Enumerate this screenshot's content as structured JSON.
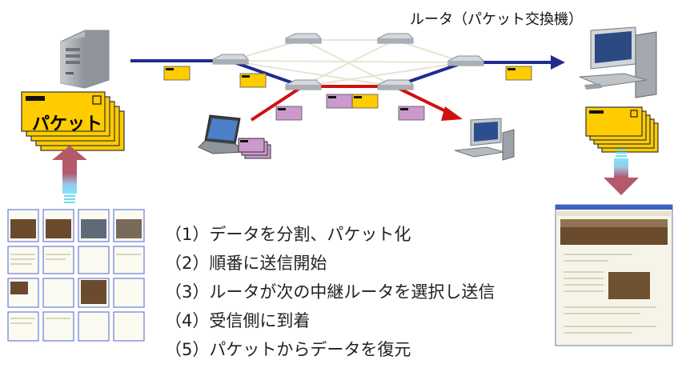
{
  "router_label": "ルータ（パケット交換機）",
  "packet_label": "パケット",
  "steps": [
    "（1）データを分割、パケット化",
    "（2）順番に送信開始",
    "（3）ルータが次の中継ルータを選択し送信",
    "（4）受信側に到着",
    "（5）パケットからデータを復元"
  ],
  "colors": {
    "packet_yellow": "#FFCC00",
    "packet_violet": "#CC99CC",
    "route_blue": "#1F2D8F",
    "route_red": "#D01010",
    "arrow_pink": "#B45A6A",
    "arrow_cyan": "#6FD9F4"
  }
}
